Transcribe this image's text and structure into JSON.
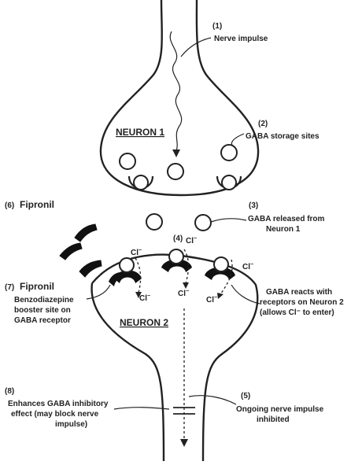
{
  "labels": {
    "n1": "(1)",
    "nerve_impulse": "Nerve impulse",
    "n2": "(2)",
    "gaba_storage": "GABA storage sites",
    "neuron1": "NEURON 1",
    "n3": "(3)",
    "gaba_released_1": "GABA released from",
    "gaba_released_2": "Neuron 1",
    "n6": "(6)",
    "fipronil_6": "Fipronil",
    "n4": "(4)",
    "cl": "Cl",
    "cl_sup": "−",
    "n7": "(7)",
    "fipronil_7": "Fipronil",
    "benzo_1": "Benzodiazepine",
    "benzo_2": "booster site on",
    "benzo_3": "GABA receptor",
    "reacts_1": "GABA reacts with",
    "reacts_2": "receptors on Neuron 2",
    "reacts_3": "(allows Cl⁻ to enter)",
    "neuron2": "NEURON 2",
    "n8": "(8)",
    "enhances_1": "Enhances GABA inhibitory",
    "enhances_2": "effect (may block nerve",
    "enhances_3": "impulse)",
    "n5": "(5)",
    "ongoing_1": "Ongoing nerve impulse",
    "ongoing_2": "inhibited"
  }
}
